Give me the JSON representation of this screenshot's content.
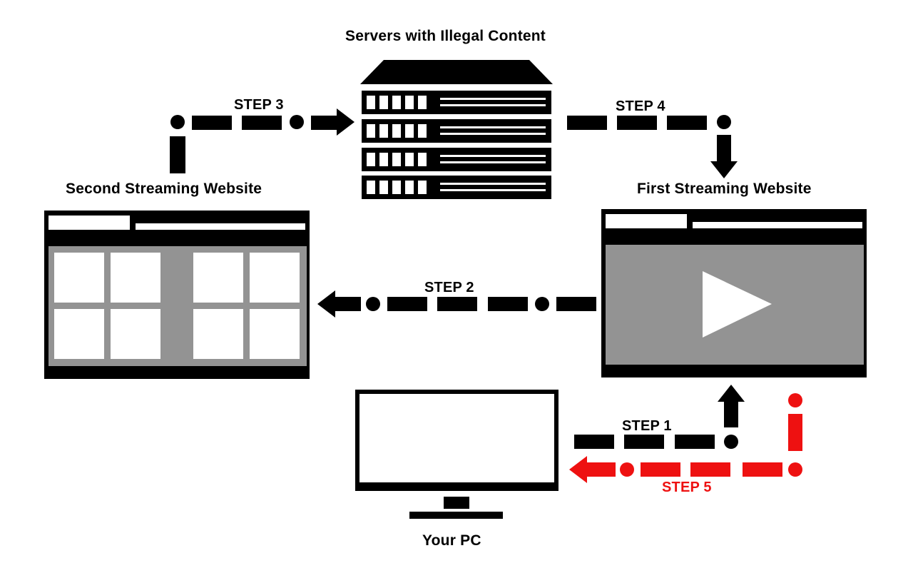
{
  "labels": {
    "servers": "Servers with Illegal Content",
    "second_site": "Second Streaming Website",
    "first_site": "First Streaming Website",
    "pc": "Your PC"
  },
  "steps": {
    "step1": "STEP 1",
    "step2": "STEP 2",
    "step3": "STEP 3",
    "step4": "STEP 4",
    "step5": "STEP 5"
  },
  "colors": {
    "ink": "#000000",
    "grey": "#939393",
    "white": "#ffffff",
    "red": "#ee1111"
  }
}
